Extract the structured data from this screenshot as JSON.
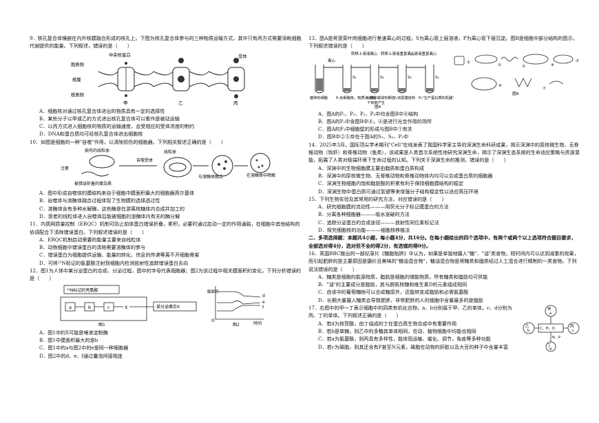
{
  "left": {
    "q9": {
      "stem": "9．核孔复合体镶嵌在内外核膜融合形成的核孔上。下图为核孔复合体参与的三种物质运输方式，其中只有丙方式需要消耗细胞代谢提供的能量。下列叙述，错误的是（　　）",
      "fig_labels": [
        "中央栓蛋白",
        "胞质侧",
        "核膜",
        "核质侧",
        "受体",
        "甲",
        "乙",
        "丙"
      ],
      "options": [
        "A．细胞核对通过核孔复合体进出的物质具有一定的选择性",
        "B．某些分子以甲或乙的方式进出核孔复合体可以看作是被动运输",
        "C．以丙方式进入细胞核的物质的运输速度，会受相应的受体浓度的制约",
        "D．DNA和蛋白质均可经核孔复合体进出细胞核"
      ]
    },
    "q10": {
      "stem": "10．如图是细胞的一种\"自噬\"作用，以清除损伤的细胞器。下列相关叙述正确的是（　　）",
      "fig_labels": [
        "损伤的线粒体",
        "泛素",
        "自噬受体",
        "线粒体",
        "与溶酶体融合",
        "在溶酶体中降解",
        "被错误折叠的蛋白质"
      ],
      "options": [
        "A．图中形成自噬体的膜结构来自于细胞中膜面积最大的细胞器高尔基体",
        "B．自噬体与溶酶体融合过程体现了生物膜的选择透过性",
        "C．溶酶体含有多种水解酶，这些酶是在游离核糖体内合成并加工的",
        "D．衰老的线粒体进入自噬体后能被细胞的溶酶体内有关的酶分解"
      ]
    },
    "q11": {
      "stem": "11．内质网质量控制（ERQC）机制可防止前体蛋白错误折叠，累积，必要时通过启动一定的作用通路，在细胞中其他结构的协调配合下清除错误蛋白。下列叙述错误的是（　　）",
      "options": [
        "A．ERQC机制启动需要的能量主要来自线粒体",
        "B．动物细胞中错误蛋白的清除需要溶酶体的参与",
        "C．错误蛋白为细胞提供运输、能量的转化、信息的传递等离不开细胞骨架",
        "D．可将¹⁵N标记的氨基酸注射到细胞内检测放射性追踪错误蛋白去向"
      ]
    },
    "q12": {
      "stem": "12．图1为人体中某分泌蛋白的合成、分泌过程，图中的字母代表细胞器；图2为该过程中相关膜面积的变化，下列分析错误的是（　　）",
      "fig_labels": [
        "¹⁵N标记的亮氨酸",
        "a",
        "b",
        "c",
        "X",
        "某分泌蛋白X",
        "图1",
        "膜面积",
        "d",
        "e",
        "f",
        "O",
        "时间",
        "图2"
      ],
      "options": [
        "A．图1中的X可能是唾液淀粉酶",
        "B．图1中膜面积最大的是b",
        "C．图1中的a与图2中的e是同一种细胞器",
        "D．图2中的d、e、f通过囊泡间接相连"
      ]
    }
  },
  "right": {
    "q13": {
      "stem": "13．图A是将菠菜叶肉细胞进行差速离心的过程，S为离心管上层溶液，P为离心管下层沉淀。图B是细胞中部分结构的图示，下列叙述错误的是（　　）",
      "fig_labels": [
        "转移上清液离心",
        "转移上清液重复离心",
        "上清液重复离心",
        "离心",
        "磨碎的细胞",
        "P₁含细胞核，物质沉淀物",
        "P₂椭球或球形颗粒",
        "P₃双层膜结构",
        "P₄\"生产蛋白质的机器\"",
        "S₁",
        "S₂",
        "S₃",
        "S₄",
        "下有氧产生",
        "图A",
        "①",
        "②",
        "③",
        "④",
        "⑤",
        "⑥",
        "⑦",
        "图B"
      ],
      "options": [
        "A．图A的P₁、P₂、P₃、P₄中均含图B中⑥结构",
        "B．图A的P₂中含图B中④，④是进行光合作用的场所",
        "C．图A的P₃中细胞壁的形成与图B中①有关",
        "D．图B中②⑤存在于图A的S₁、S₂、P₂中"
      ]
    },
    "q14": {
      "stem": "14．2025年3月，国际顶尖学术期刊\"Cell\"在线发表了我国科学家主导的深渊生命科研成果，揭示深渊中的原核微生物、无脊椎动物（钩虾）和脊椎动物（鱼类），该成果是人类首次系统性地研究深渊生命，揭示了深渊生态系统的生命适应策略与资源潜能，拓展了人类对极端环境下生命过程的认知。下列关于深渊生命的推测，错误的是（　　）",
      "options": [
        "A．深渊中的生物细胞膜主要由脂质和蛋白质构成",
        "B．深渊中的原核微生物、无脊椎动物和脊椎动物体内均可以合成蛋白质的细胞器",
        "C．深渊生物细胞内饱和脂肪酸的积累有利于保持细胞膜结构的稳定",
        "D．深渊生物中蛋白质可通过氢键等来增强分子结构稳定性以适应高压环境"
      ]
    },
    "q15": {
      "stem": "15．下列生物实验及其常用的研究方法，对应错误的是（　　）",
      "options": [
        "A．研究细胞膜的流动性———用荧光分子标记膜蛋白的方法",
        "B．分离各种细胞器———吸水涨破的方法",
        "C．追踪分泌蛋白的合成途径———放射性同位素标记法",
        "D．探究细胞核的功能———细胞核移植法"
      ]
    },
    "sec2": "二、多项选择题：本题共4小题，每小题4分，共16分。在每小题给出的四个选项中，有两个或两个以上选项符合题目要求，全部选对得4分，选对但不全的得2分，有选错的得0分。",
    "q16": {
      "stem": "16．英国BBC推出的一部纪录片《糖脂陷阱》中认为，如果是单独地摄入\"糖\"、\"油\"类食物，短时间内可以达到减重的效果，而引起肥胖的是主要原因是摄价且美味的\"糖油混合物\"，糖油混合物是将糖类和脂类经过人工混合进行精制的一类食物。下列说法错误的是（　　）",
      "options": [
        "A．糖类是细胞的能源物质，脂肪是细胞的储能物质，所有糖类和脂肪均可供能",
        "B．\"油\"的主要成分是脂肪，其与脱氧核糖和维生素D的元素组成相同",
        "C．由该中的葡萄糖除可以合成糖原外，还能转变成脂肪和必需氨基酸",
        "D．长期大量摄入糖类会导致肥胖，非常肥胖的人的细胞中含量最多的是脂肪"
      ]
    },
    "q17": {
      "stem": "17．右图中的甲～丁表示细胞中的四类有机化合物，a、b分别属于甲、乙的单体，c、d分别为丙、丁的单体。下列叙述正确的是（　　）",
      "fig_labels": [
        "甲",
        "a",
        "乙",
        "b",
        "C、H、O",
        "N、P",
        "丙",
        "c",
        "丁",
        "d"
      ],
      "options": [
        "A．若d为核苷酸，由丁组成的丁在蛋白质生物合成中有重要作用",
        "B．若b是单糖，则乙中的多糖其单体相同，在动、植物细胞中均能也相同",
        "C．若a为氨基酸，则丙具有多样性，能体现运输、催化、调节，免疫等多种功能",
        "D．若c为磷脂，则其还含有P甚至N元素，磷脂在动物的肝脏以及大豆的种子中含量丰富"
      ]
    }
  }
}
